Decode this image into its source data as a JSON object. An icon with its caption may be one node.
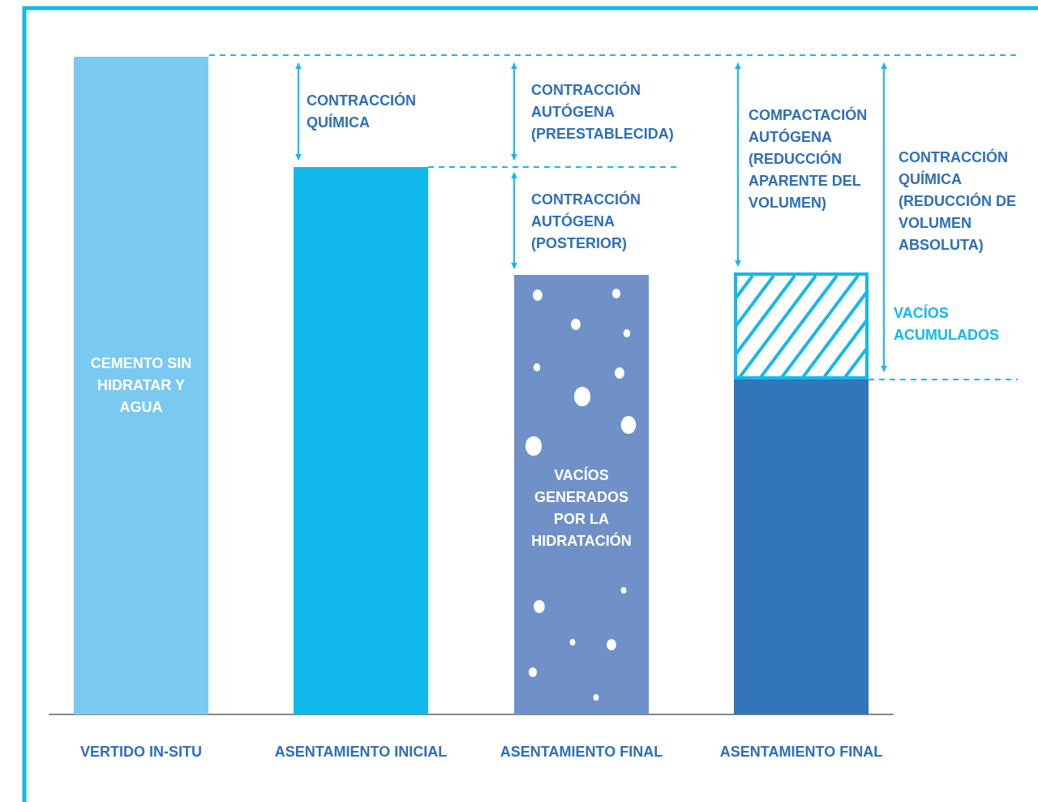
{
  "diagram": {
    "nodes": [
      {
        "text": [
          "CEMENTO SIN HIDRATAR Y AGUA"
        ],
        "beside": [
          "VERTIDO IN-SITU"
        ]
      },
      {
        "text": [],
        "shape": "bar",
        "beside": [
          "ASENTAMIENTO INICIAL"
        ]
      },
      {
        "text": [
          "VACÍOS GENERADOS POR LA HIDRATACIÓN"
        ],
        "beside": [
          "ASENTAMIENTO FINAL"
        ]
      },
      {
        "text": [],
        "shape": "box"
      },
      {
        "text": [],
        "shape": "bar",
        "beside": [
          "ASENTAMIENTO FINAL"
        ]
      }
    ],
    "labels": [
      "CONTRACCIÓN QUÍMICA",
      "CONTRACCIÓN AUTÓGENA (PREESTABLECIDA)",
      "COMPACTACIÓN AUTÓGENA (REDUCCIÓN APARENTE DEL VOLUMEN)",
      "CONTRACCIÓN QUÍMICA (REDUCCIÓN DE VOLUMEN ABSOLUTA)",
      "CONTRACCIÓN AUTÓGENA (POSTERIOR)",
      "VACÍOS ACUMULADOS"
    ]
  }
}
